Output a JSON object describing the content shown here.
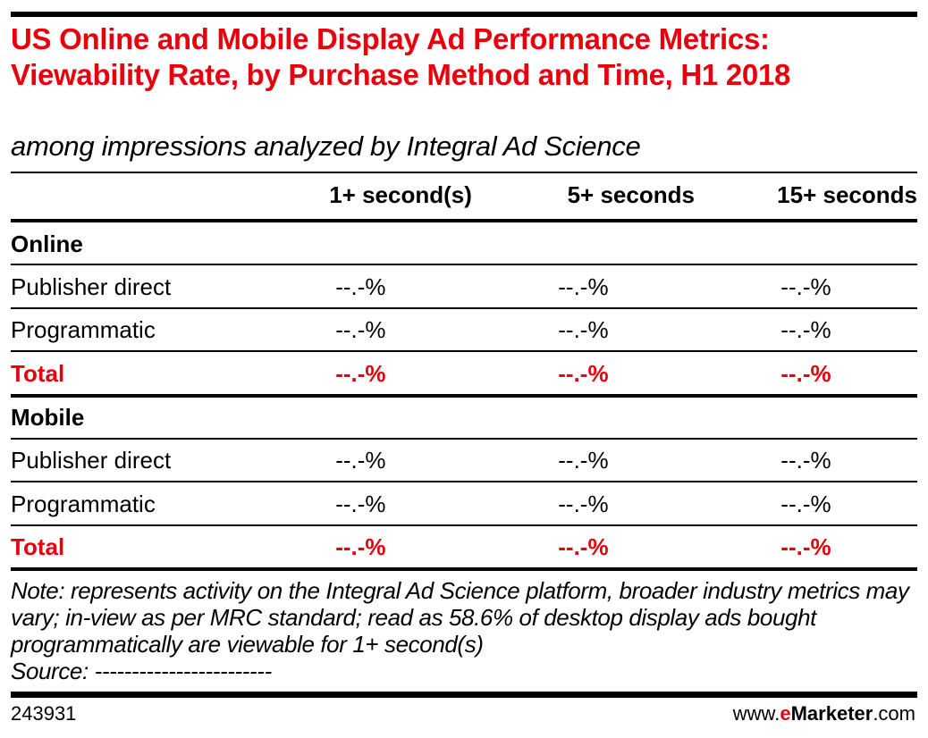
{
  "title": "US Online and Mobile Display Ad Performance Metrics: Viewability Rate, by Purchase Method and Time, H1 2018",
  "subtitle": "among impressions analyzed by Integral Ad Science",
  "chart_data": {
    "type": "table",
    "columns": [
      "1+ second(s)",
      "5+ seconds",
      "15+ seconds"
    ],
    "sections": [
      {
        "name": "Online",
        "rows": [
          {
            "label": "Publisher direct",
            "values": [
              "--.-%",
              "--.-%",
              "--.-%"
            ]
          },
          {
            "label": "Programmatic",
            "values": [
              "--.-%",
              "--.-%",
              "--.-%"
            ]
          },
          {
            "label": "Total",
            "values": [
              "--.-%",
              "--.-%",
              "--.-%"
            ]
          }
        ]
      },
      {
        "name": "Mobile",
        "rows": [
          {
            "label": "Publisher direct",
            "values": [
              "--.-%",
              "--.-%",
              "--.-%"
            ]
          },
          {
            "label": "Programmatic",
            "values": [
              "--.-%",
              "--.-%",
              "--.-%"
            ]
          },
          {
            "label": "Total",
            "values": [
              "--.-%",
              "--.-%",
              "--.-%"
            ]
          }
        ]
      }
    ]
  },
  "note": "Note: represents activity on the Integral Ad Science platform, broader industry metrics may vary; in-view as per MRC standard; read as 58.6% of desktop display ads bought programmatically are viewable for 1+ second(s)",
  "source": "Source: ------------------------",
  "footer": {
    "id": "243931",
    "brand_prefix": "www.",
    "brand_e": "e",
    "brand_name": "Marketer",
    "brand_suffix": ".com"
  },
  "colors": {
    "accent": "#e8000d"
  }
}
